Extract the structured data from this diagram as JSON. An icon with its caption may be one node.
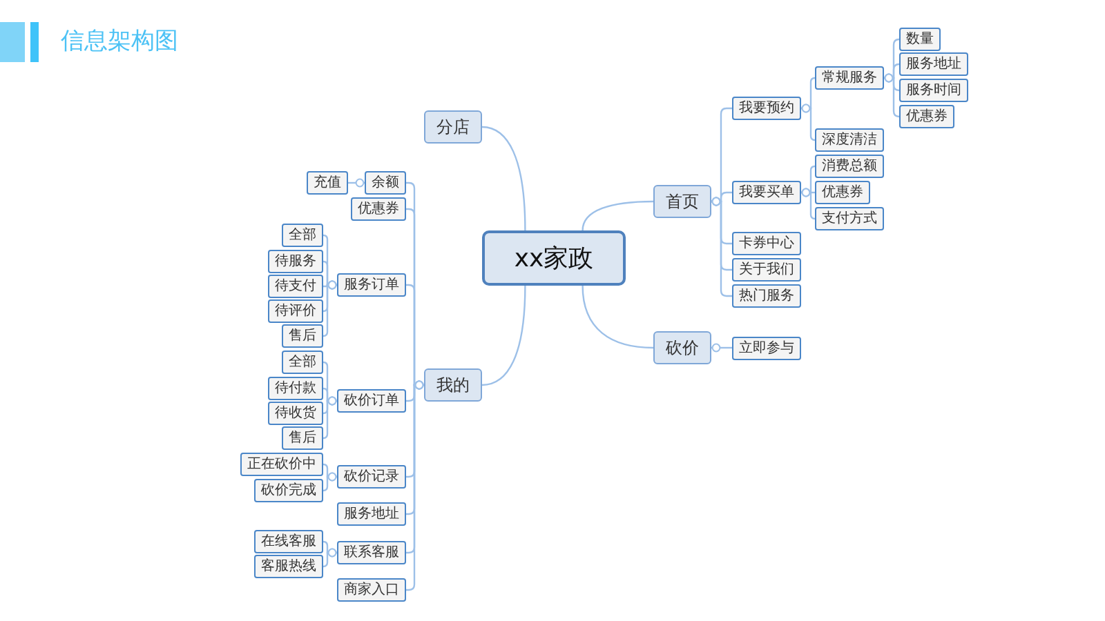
{
  "diagram": {
    "title": "信息架构图",
    "nodes": [
      {
        "text": [
          "xx家政"
        ]
      },
      {
        "text": [
          "分店"
        ]
      },
      {
        "text": [
          "首页"
        ]
      },
      {
        "text": [
          "我要预约"
        ]
      },
      {
        "text": [
          "常规服务"
        ]
      },
      {
        "text": [
          "数量"
        ]
      },
      {
        "text": [
          "服务地址"
        ]
      },
      {
        "text": [
          "服务时间"
        ]
      },
      {
        "text": [
          "优惠券"
        ]
      },
      {
        "text": [
          "深度清洁"
        ]
      },
      {
        "text": [
          "我要买单"
        ]
      },
      {
        "text": [
          "消费总额"
        ]
      },
      {
        "text": [
          "优惠券"
        ]
      },
      {
        "text": [
          "支付方式"
        ]
      },
      {
        "text": [
          "卡券中心"
        ]
      },
      {
        "text": [
          "关于我们"
        ]
      },
      {
        "text": [
          "热门服务"
        ]
      },
      {
        "text": [
          "砍价"
        ]
      },
      {
        "text": [
          "立即参与"
        ]
      },
      {
        "text": [
          "我的"
        ]
      },
      {
        "text": [
          "余额"
        ]
      },
      {
        "text": [
          "充值"
        ]
      },
      {
        "text": [
          "优惠券"
        ]
      },
      {
        "text": [
          "服务订单"
        ]
      },
      {
        "text": [
          "全部"
        ]
      },
      {
        "text": [
          "待服务"
        ]
      },
      {
        "text": [
          "待支付"
        ]
      },
      {
        "text": [
          "待评价"
        ]
      },
      {
        "text": [
          "售后"
        ]
      },
      {
        "text": [
          "砍价订单"
        ]
      },
      {
        "text": [
          "全部"
        ]
      },
      {
        "text": [
          "待付款"
        ]
      },
      {
        "text": [
          "待收货"
        ]
      },
      {
        "text": [
          "售后"
        ]
      },
      {
        "text": [
          "砍价记录"
        ]
      },
      {
        "text": [
          "正在砍价中"
        ]
      },
      {
        "text": [
          "砍价完成"
        ]
      },
      {
        "text": [
          "服务地址"
        ]
      },
      {
        "text": [
          "联系客服"
        ]
      },
      {
        "text": [
          "在线客服"
        ]
      },
      {
        "text": [
          "客服热线"
        ]
      },
      {
        "text": [
          "商家入口"
        ]
      }
    ],
    "edges": [
      {
        "from": 0,
        "to": 1,
        "arrow": "none"
      },
      {
        "from": 0,
        "to": 2,
        "arrow": "none"
      },
      {
        "from": 0,
        "to": 17,
        "arrow": "none"
      },
      {
        "from": 0,
        "to": 19,
        "arrow": "none"
      },
      {
        "from": 2,
        "to": 3,
        "arrow": "other"
      },
      {
        "from": 2,
        "to": 10,
        "arrow": "other"
      },
      {
        "from": 2,
        "to": 14,
        "arrow": "other"
      },
      {
        "from": 2,
        "to": 15,
        "arrow": "other"
      },
      {
        "from": 2,
        "to": 16,
        "arrow": "other"
      },
      {
        "from": 3,
        "to": 4,
        "arrow": "other"
      },
      {
        "from": 3,
        "to": 9,
        "arrow": "other"
      },
      {
        "from": 4,
        "to": 5,
        "arrow": "other"
      },
      {
        "from": 4,
        "to": 6,
        "arrow": "other"
      },
      {
        "from": 4,
        "to": 7,
        "arrow": "other"
      },
      {
        "from": 4,
        "to": 8,
        "arrow": "other"
      },
      {
        "from": 10,
        "to": 11,
        "arrow": "other"
      },
      {
        "from": 10,
        "to": 12,
        "arrow": "other"
      },
      {
        "from": 10,
        "to": 13,
        "arrow": "other"
      },
      {
        "from": 17,
        "to": 18,
        "arrow": "other"
      },
      {
        "from": 19,
        "to": 20,
        "arrow": "other"
      },
      {
        "from": 19,
        "to": 22,
        "arrow": "other"
      },
      {
        "from": 19,
        "to": 23,
        "arrow": "other"
      },
      {
        "from": 19,
        "to": 29,
        "arrow": "other"
      },
      {
        "from": 19,
        "to": 34,
        "arrow": "other"
      },
      {
        "from": 19,
        "to": 37,
        "arrow": "other"
      },
      {
        "from": 19,
        "to": 38,
        "arrow": "other"
      },
      {
        "from": 19,
        "to": 41,
        "arrow": "other"
      },
      {
        "from": 20,
        "to": 21,
        "arrow": "other"
      },
      {
        "from": 23,
        "to": 24,
        "arrow": "other"
      },
      {
        "from": 23,
        "to": 25,
        "arrow": "other"
      },
      {
        "from": 23,
        "to": 26,
        "arrow": "other"
      },
      {
        "from": 23,
        "to": 27,
        "arrow": "other"
      },
      {
        "from": 23,
        "to": 28,
        "arrow": "other"
      },
      {
        "from": 29,
        "to": 30,
        "arrow": "other"
      },
      {
        "from": 29,
        "to": 31,
        "arrow": "other"
      },
      {
        "from": 29,
        "to": 32,
        "arrow": "other"
      },
      {
        "from": 29,
        "to": 33,
        "arrow": "other"
      },
      {
        "from": 34,
        "to": 35,
        "arrow": "other"
      },
      {
        "from": 34,
        "to": 36,
        "arrow": "other"
      },
      {
        "from": 38,
        "to": 39,
        "arrow": "other"
      },
      {
        "from": 38,
        "to": 40,
        "arrow": "other"
      }
    ]
  }
}
